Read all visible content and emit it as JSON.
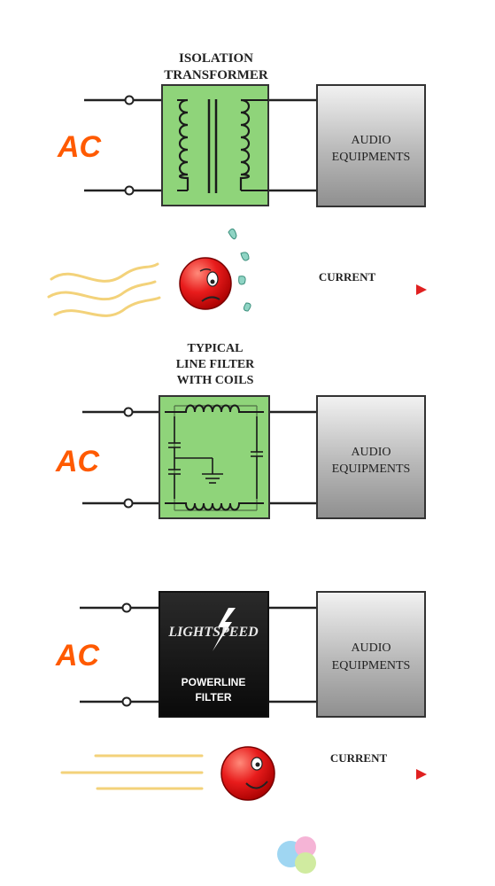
{
  "top": {
    "title_line1": "ISOLATION",
    "title_line2": "TRANSFORMER",
    "ac": "AC",
    "equip_line1": "AUDIO",
    "equip_line2": "EQUIPMENTS"
  },
  "noise_row": {
    "current": "CURRENT"
  },
  "middle": {
    "title_line1": "TYPICAL",
    "title_line2": "LINE FILTER",
    "title_line3": "WITH COILS",
    "ac": "AC",
    "equip_line1": "AUDIO",
    "equip_line2": "EQUIPMENTS"
  },
  "bottom": {
    "logo": "LIGHTSPEED",
    "filter_line1": "POWERLINE",
    "filter_line2": "FILTER",
    "ac": "AC",
    "equip_line1": "AUDIO",
    "equip_line2": "EQUIPMENTS"
  },
  "clean_row": {
    "current": "CURRENT"
  },
  "colors": {
    "ac": "#ff5a00",
    "filter_green": "#8fd47a",
    "equipment_gray": "#bdbdbd",
    "face_red": "#e01818",
    "noise_yellow": "#f3d27a",
    "arrow_red": "#e02020"
  }
}
